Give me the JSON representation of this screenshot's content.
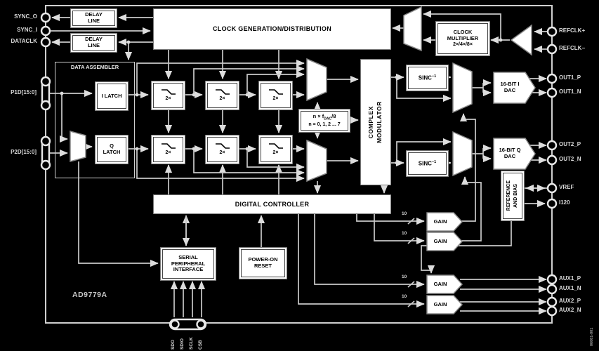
{
  "chip": {
    "part": "AD9779A",
    "figure_code": "06061-001"
  },
  "colors": {
    "background": "#000000",
    "wire": "#c9c9c9",
    "block_fill": "#ffffff",
    "block_text": "#000000",
    "outer_text": "#d9d9d9"
  },
  "blocks": {
    "clock_gen": "CLOCK GENERATION/DISTRIBUTION",
    "delay_line": "DELAY LINE",
    "clock_multiplier": "CLOCK MULTIPLIER",
    "clock_multiplier_ratio": "2×/4×/8×",
    "data_assembler": "DATA ASSEMBLER",
    "i_latch": "I LATCH",
    "q_latch": "Q LATCH",
    "interpolation_filter": "2×",
    "nco_pre": "n × f",
    "nco_sub": "DAC",
    "nco_post": "/8",
    "nco_line2": "n = 0, 1, 2 ... 7",
    "complex_modulator_l1": "COMPLEX",
    "complex_modulator_l2": "MODULATOR",
    "sinc_base": "SINC",
    "sinc_sup": "−1",
    "i_dac": "16-BIT I DAC",
    "q_dac": "16-BIT Q DAC",
    "reference_bias_l1": "REFERENCE",
    "reference_bias_l2": "AND BIAS",
    "digital_controller": "DIGITAL CONTROLLER",
    "spi": "SERIAL PERIPHERAL INTERFACE",
    "power_on_reset": "POWER-ON RESET",
    "gain": "GAIN",
    "bus_width": "10"
  },
  "pins": {
    "left": {
      "sync_o": "SYNC_O",
      "sync_i": "SYNC_I",
      "dataclk": "DATACLK",
      "p1d": "P1D[15:0]",
      "p2d": "P2D[15:0]"
    },
    "right": {
      "refclk_p": "REFCLK+",
      "refclk_n": "REFCLK−",
      "out1_p": "OUT1_P",
      "out1_n": "OUT1_N",
      "out2_p": "OUT2_P",
      "out2_n": "OUT2_N",
      "vref": "VREF",
      "i120": "I120",
      "aux1_p": "AUX1_P",
      "aux1_n": "AUX1_N",
      "aux2_p": "AUX2_P",
      "aux2_n": "AUX2_N"
    },
    "bottom": {
      "sdo": "SDO",
      "sdio": "SDIO",
      "sclk": "SCLK",
      "csb": "CSB"
    }
  }
}
